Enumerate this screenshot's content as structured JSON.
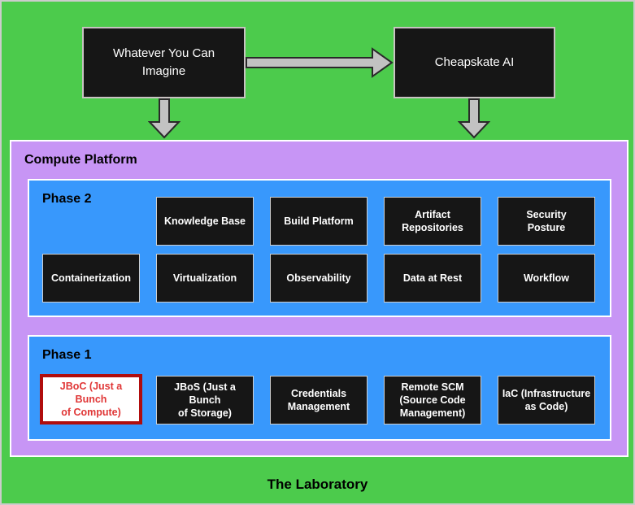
{
  "top_flow": {
    "source_box": "Whatever You Can\nImagine",
    "target_box": "Cheapskate AI",
    "arrows": [
      "right-arrow",
      "down-arrow-left",
      "down-arrow-right"
    ]
  },
  "compute_platform": {
    "title": "Compute Platform",
    "phase2": {
      "title": "Phase 2",
      "row1": [
        {
          "label": "Knowledge Base"
        },
        {
          "label": "Build Platform"
        },
        {
          "label": "Artifact\nRepositories"
        },
        {
          "label": "Security\nPosture"
        }
      ],
      "row2": [
        {
          "label": "Containerization"
        },
        {
          "label": "Virtualization"
        },
        {
          "label": "Observability"
        },
        {
          "label": "Data at Rest"
        },
        {
          "label": "Workflow"
        }
      ]
    },
    "phase1": {
      "title": "Phase 1",
      "items": [
        {
          "label": "JBoC (Just a Bunch\nof Compute)",
          "highlighted": true
        },
        {
          "label": "JBoS (Just a Bunch\nof Storage)",
          "highlighted": false
        },
        {
          "label": "Credentials\nManagement",
          "highlighted": false
        },
        {
          "label": "Remote SCM\n(Source Code\nManagement)",
          "highlighted": false
        },
        {
          "label": "IaC (Infrastructure\nas Code)",
          "highlighted": false
        }
      ]
    }
  },
  "footer": {
    "title": "The Laboratory"
  },
  "colors": {
    "background_green": "#4ccb4c",
    "platform_purple": "#c795f5",
    "phase_blue": "#3898fc",
    "node_black": "#161616",
    "node_border_gray": "#cfcfcf",
    "arrow_gray": "#c2c2c2",
    "arrow_outline": "#2a2a2a",
    "highlight_border_red": "#b00d0d",
    "highlight_text_red": "#e03636"
  }
}
